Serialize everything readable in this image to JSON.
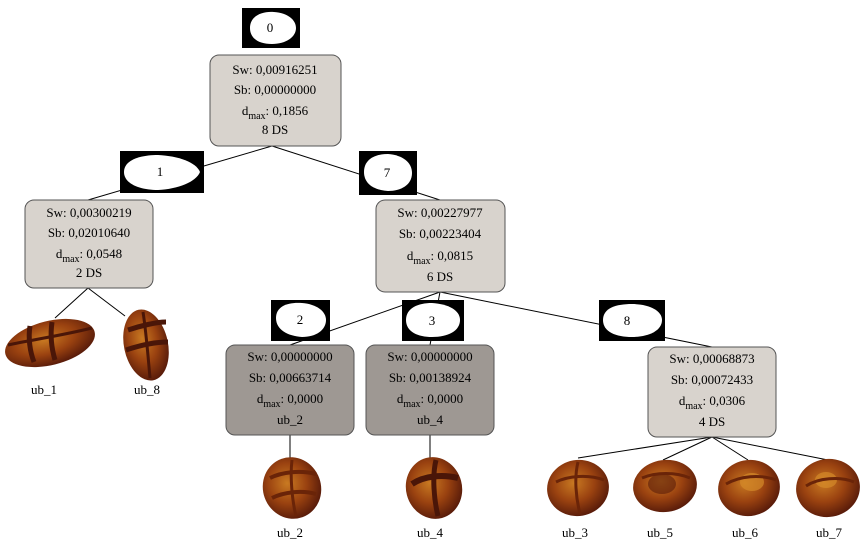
{
  "colors": {
    "node_light": "#d8d3cd",
    "node_dark": "#9e9893",
    "node_stroke": "#555555",
    "edge": "#000000",
    "badge_bg": "#000000",
    "badge_fg": "#ffffff",
    "seed_dark": "#5a1c0a",
    "seed_mid": "#8f3a10",
    "seed_light": "#c97a22"
  },
  "nodes": [
    {
      "id": "n0",
      "sw": "Sw: 0,00916251",
      "sb": "Sb: 0,00000000",
      "dmax_prefix": "d",
      "dmax_sub": "max",
      "dmax_value": ": 0,1856",
      "count": "8 DS",
      "shade": "light"
    },
    {
      "id": "n1",
      "sw": "Sw: 0,00300219",
      "sb": "Sb: 0,02010640",
      "dmax_prefix": "d",
      "dmax_sub": "max",
      "dmax_value": ": 0,0548",
      "count": "2 DS",
      "shade": "light"
    },
    {
      "id": "n7",
      "sw": "Sw: 0,00227977",
      "sb": "Sb: 0,00223404",
      "dmax_prefix": "d",
      "dmax_sub": "max",
      "dmax_value": ": 0,0815",
      "count": "6 DS",
      "shade": "light"
    },
    {
      "id": "n2",
      "sw": "Sw: 0,00000000",
      "sb": "Sb: 0,00663714",
      "dmax_prefix": "d",
      "dmax_sub": "max",
      "dmax_value": ": 0,0000",
      "count": "ub_2",
      "shade": "dark"
    },
    {
      "id": "n3",
      "sw": "Sw: 0,00000000",
      "sb": "Sb: 0,00138924",
      "dmax_prefix": "d",
      "dmax_sub": "max",
      "dmax_value": ": 0,0000",
      "count": "ub_4",
      "shade": "dark"
    },
    {
      "id": "n8",
      "sw": "Sw: 0,00068873",
      "sb": "Sb: 0,00072433",
      "dmax_prefix": "d",
      "dmax_sub": "max",
      "dmax_value": ": 0,0306",
      "count": "4 DS",
      "shade": "light"
    }
  ],
  "badges": [
    {
      "id": "b0",
      "label": "0"
    },
    {
      "id": "b1",
      "label": "1"
    },
    {
      "id": "b7",
      "label": "7"
    },
    {
      "id": "b2",
      "label": "2"
    },
    {
      "id": "b3",
      "label": "3"
    },
    {
      "id": "b8",
      "label": "8"
    }
  ],
  "leaves": [
    {
      "id": "ub_1",
      "label": "ub_1"
    },
    {
      "id": "ub_8",
      "label": "ub_8"
    },
    {
      "id": "ub_2",
      "label": "ub_2"
    },
    {
      "id": "ub_4",
      "label": "ub_4"
    },
    {
      "id": "ub_3",
      "label": "ub_3"
    },
    {
      "id": "ub_5",
      "label": "ub_5"
    },
    {
      "id": "ub_6",
      "label": "ub_6"
    },
    {
      "id": "ub_7",
      "label": "ub_7"
    }
  ]
}
